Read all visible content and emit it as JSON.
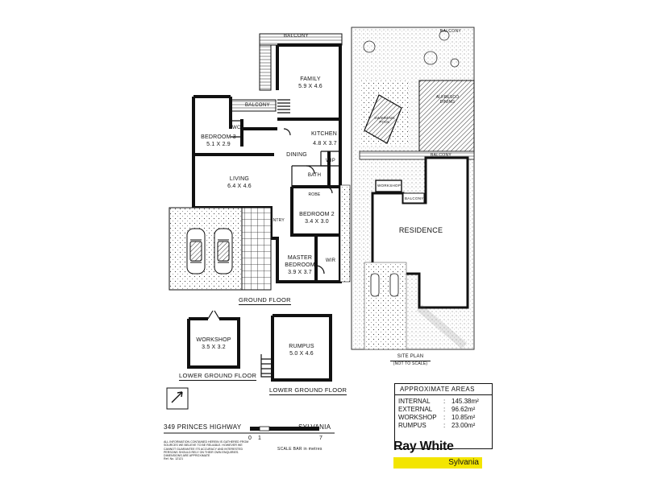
{
  "ground_floor": {
    "caption": "GROUND FLOOR",
    "balcony_top": "BALCONY",
    "balcony_mid": "BALCONY",
    "family": {
      "name": "FAMILY",
      "dim": "5.9 X 4.6"
    },
    "kitchen": {
      "name": "KITCHEN",
      "dim": "4.8 X 3.7"
    },
    "dining": "DINING",
    "wip": "WIP",
    "bedroom3": {
      "name": "BEDROOM 3",
      "dim": "5.1 X 2.9"
    },
    "wc": "WC",
    "living": {
      "name": "LIVING",
      "dim": "6.4 X 4.6"
    },
    "bath": "BATH",
    "robe": "ROBE",
    "bedroom2": {
      "name": "BEDROOM 2",
      "dim": "3.4 X 3.0"
    },
    "entry": "ENTRY",
    "master": {
      "name": "MASTER",
      "name2": "BEDROOM",
      "dim": "3.9 X 3.7"
    },
    "wir": "WIR"
  },
  "lower_ground": {
    "workshop": {
      "name": "WORKSHOP",
      "dim": "3.5 X 3.2"
    },
    "workshop_caption": "LOWER GROUND FLOOR",
    "rumpus": {
      "name": "RUMPUS",
      "dim": "5.0 X 4.6"
    },
    "rumpus_caption": "LOWER GROUND FLOOR"
  },
  "site_plan": {
    "balcony_top": "BALCONY",
    "swimming_pool": "SWIMMING POOL",
    "alfresco": "ALFRESCO DINING",
    "balcony_mid": "BALCONY",
    "workshop": "WORKSHOP",
    "balcony_small": "BALCONY",
    "residence": "RESIDENCE",
    "caption": "SITE PLAN",
    "subcaption": "(NOT TO SCALE)"
  },
  "areas": {
    "title": "APPROXIMATE AREAS",
    "rows": [
      {
        "label": "INTERNAL",
        "sep": ":",
        "value": "145.38m²"
      },
      {
        "label": "EXTERNAL",
        "sep": ":",
        "value": "96.62m²"
      },
      {
        "label": "WORKSHOP",
        "sep": ":",
        "value": "10.85m²"
      },
      {
        "label": "RUMPUS",
        "sep": ":",
        "value": "23.00m²"
      }
    ]
  },
  "footer": {
    "address": "349 PRINCES HIGHWAY",
    "suburb": "SYLVANIA",
    "disclaimer": "ALL INFORMATION CONTAINED HEREIN IS GATHERED FROM SOURCES WE BELIEVE TO BE RELIABLE. HOWEVER WE CANNOT GUARANTEE ITS ACCURACY AND INTERESTED PERSONS SHOULD RELY ON THEIR OWN ENQUIRIES. DIMENSIONS ARE APPROXIMATE",
    "ref": "Ref. No. 12121",
    "scale_0": "0",
    "scale_1": "1",
    "scale_7": "7",
    "scale_caption": "SCALE BAR in metres",
    "compass": "N"
  },
  "brand": {
    "name": "Ray White",
    "office": "Sylvania",
    "accent": "#f3e500"
  }
}
